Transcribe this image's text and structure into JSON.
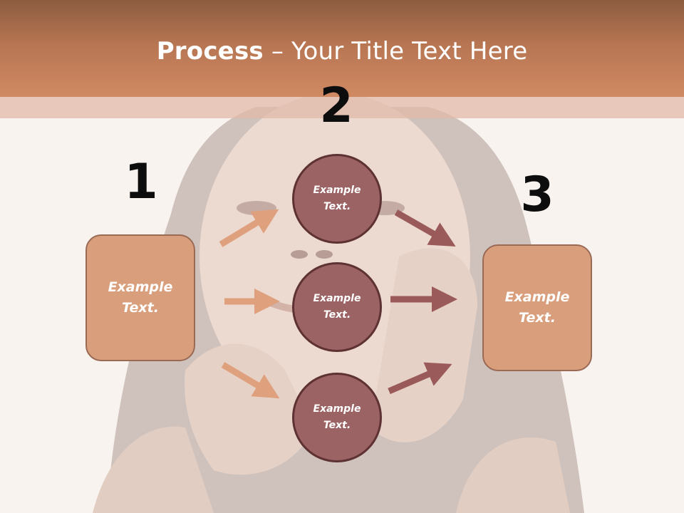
{
  "title": {
    "bold": "Process",
    "rest": " – Your Title Text Here"
  },
  "steps": {
    "one": "1",
    "two": "2",
    "three": "3"
  },
  "left_box": {
    "text": "Example Text."
  },
  "right_box": {
    "text": "Example Text."
  },
  "circles": [
    {
      "text": "Example Text."
    },
    {
      "text": "Example Text."
    },
    {
      "text": "Example Text."
    }
  ],
  "colors": {
    "header": "#c98660",
    "box_fill": "#d99f7d",
    "circle_fill": "#9b6363",
    "left_arrow": "#dfa07e",
    "right_arrow": "#9a5a5a"
  }
}
